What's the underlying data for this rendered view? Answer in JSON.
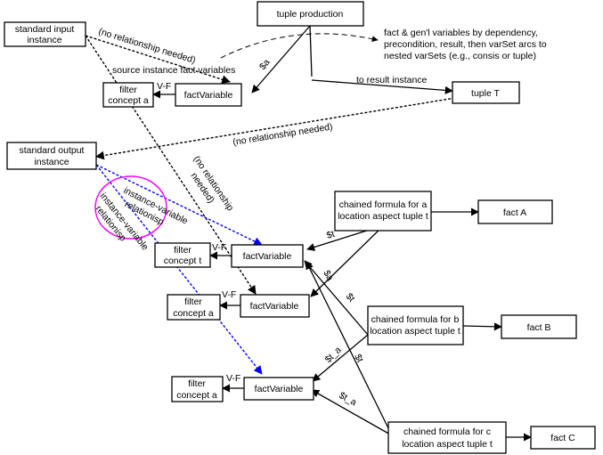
{
  "nodes": {
    "standard_input": [
      "standard input",
      "instance"
    ],
    "tuple_production": [
      "tuple production"
    ],
    "filter_concept_a_top": [
      "filter",
      "concept a"
    ],
    "factvariable_top": [
      "factVariable"
    ],
    "tuple_t": [
      "tuple T"
    ],
    "standard_output": [
      "standard output",
      "instance"
    ],
    "chained_a": [
      "chained formula for a",
      "location aspect tuple t"
    ],
    "fact_a": [
      "fact A"
    ],
    "filter_concept_t": [
      "filter",
      "concept t"
    ],
    "factvariable_t": [
      "factVariable"
    ],
    "filter_concept_a_mid": [
      "filter",
      "concept a"
    ],
    "factvariable_a_mid": [
      "factVariable"
    ],
    "chained_b": [
      "chained formula for b",
      "location aspect tuple t"
    ],
    "fact_b": [
      "fact B"
    ],
    "filter_concept_a_bottom": [
      "filter",
      "concept a"
    ],
    "factvariable_bottom": [
      "factVariable"
    ],
    "chained_c": [
      "chained formula for c",
      "location aspect tuple t"
    ],
    "fact_c": [
      "fact C"
    ]
  },
  "labels": {
    "note": [
      "fact & gen'l variables by dependency,",
      "precondition, result, then varSet arcs to",
      "nested varSets (e.g., consis or tuple)"
    ],
    "no_rel_1": "(no relationship needed)",
    "source_facts": "source instance fact variables",
    "to_result": "to result instance",
    "no_rel_2": "(no relationship needed)",
    "no_rel_3": [
      "(no relationship",
      "needed)"
    ],
    "iv_rel_1": [
      "instance-variable",
      "relationisp"
    ],
    "iv_rel_2": [
      "instance-variable",
      "relationisp"
    ],
    "vf": "V-F",
    "sa": "$a",
    "st": "$t",
    "st_a": "$t_a"
  }
}
